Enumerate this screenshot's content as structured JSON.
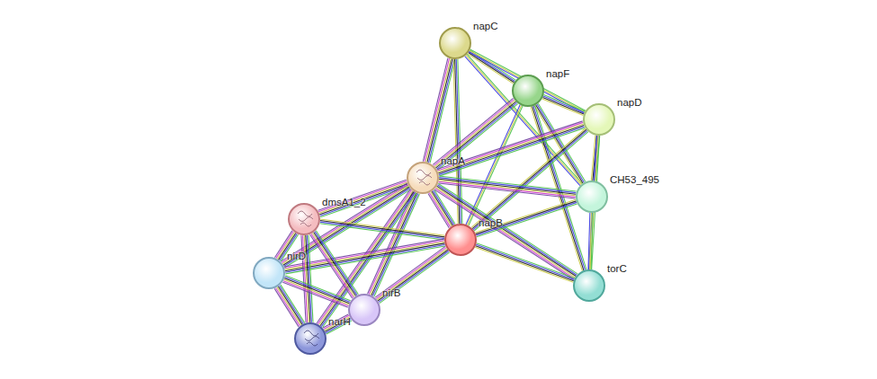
{
  "diagram": {
    "nodes": [
      {
        "text": [
          "napC"
        ]
      },
      {
        "text": [
          "napF"
        ]
      },
      {
        "text": [
          "napD"
        ]
      },
      {
        "text": [
          "napA"
        ]
      },
      {
        "text": [
          "CH53_495"
        ]
      },
      {
        "text": [
          "dmsA1_2"
        ]
      },
      {
        "text": [
          "napB"
        ]
      },
      {
        "text": [
          "torC"
        ]
      },
      {
        "text": [
          "nirD"
        ]
      },
      {
        "text": [
          "nirB"
        ]
      },
      {
        "text": [
          "narH"
        ]
      }
    ],
    "edges": [
      {
        "from": 0,
        "to": 1,
        "arrow": "none"
      },
      {
        "from": 0,
        "to": 2,
        "arrow": "none"
      },
      {
        "from": 0,
        "to": 3,
        "arrow": "none"
      },
      {
        "from": 0,
        "to": 6,
        "arrow": "none"
      },
      {
        "from": 0,
        "to": 4,
        "arrow": "none"
      },
      {
        "from": 1,
        "to": 2,
        "arrow": "none"
      },
      {
        "from": 1,
        "to": 3,
        "arrow": "none"
      },
      {
        "from": 1,
        "to": 6,
        "arrow": "none"
      },
      {
        "from": 1,
        "to": 4,
        "arrow": "none"
      },
      {
        "from": 1,
        "to": 7,
        "arrow": "none"
      },
      {
        "from": 2,
        "to": 3,
        "arrow": "none"
      },
      {
        "from": 2,
        "to": 6,
        "arrow": "none"
      },
      {
        "from": 2,
        "to": 4,
        "arrow": "none"
      },
      {
        "from": 2,
        "to": 7,
        "arrow": "none"
      },
      {
        "from": 3,
        "to": 4,
        "arrow": "none"
      },
      {
        "from": 3,
        "to": 6,
        "arrow": "none"
      },
      {
        "from": 3,
        "to": 7,
        "arrow": "none"
      },
      {
        "from": 3,
        "to": 5,
        "arrow": "none"
      },
      {
        "from": 3,
        "to": 8,
        "arrow": "none"
      },
      {
        "from": 3,
        "to": 9,
        "arrow": "none"
      },
      {
        "from": 3,
        "to": 10,
        "arrow": "none"
      },
      {
        "from": 4,
        "to": 6,
        "arrow": "none"
      },
      {
        "from": 4,
        "to": 7,
        "arrow": "none"
      },
      {
        "from": 6,
        "to": 7,
        "arrow": "none"
      },
      {
        "from": 6,
        "to": 5,
        "arrow": "none"
      },
      {
        "from": 6,
        "to": 8,
        "arrow": "none"
      },
      {
        "from": 6,
        "to": 9,
        "arrow": "none"
      },
      {
        "from": 5,
        "to": 8,
        "arrow": "none"
      },
      {
        "from": 5,
        "to": 9,
        "arrow": "none"
      },
      {
        "from": 5,
        "to": 10,
        "arrow": "none"
      },
      {
        "from": 8,
        "to": 9,
        "arrow": "none"
      },
      {
        "from": 8,
        "to": 10,
        "arrow": "none"
      },
      {
        "from": 9,
        "to": 10,
        "arrow": "none"
      }
    ]
  }
}
